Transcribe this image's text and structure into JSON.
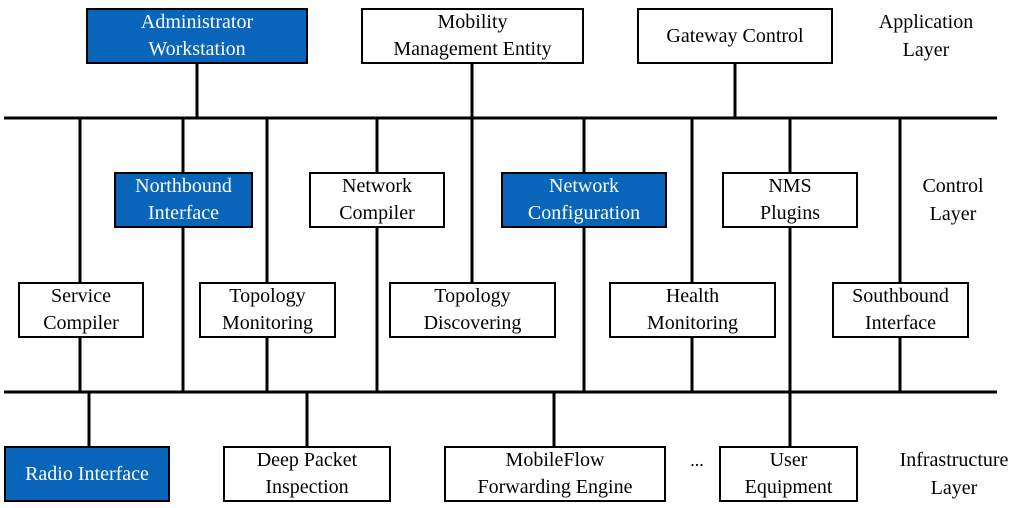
{
  "colors": {
    "highlight": "#0865b9",
    "line": "#000000"
  },
  "layers": {
    "application": [
      "Application",
      "Layer"
    ],
    "control": [
      "Control",
      "Layer"
    ],
    "infrastructure": [
      "Infrastructure",
      "Layer"
    ]
  },
  "boxes": {
    "admin_ws": [
      "Administrator",
      "Workstation"
    ],
    "mme": [
      "Mobility",
      "Management Entity"
    ],
    "gateway": [
      "Gateway Control"
    ],
    "northbound": [
      "Northbound",
      "Interface"
    ],
    "net_compiler": [
      "Network",
      "Compiler"
    ],
    "net_config": [
      "Network",
      "Configuration"
    ],
    "nms": [
      "NMS",
      "Plugins"
    ],
    "svc_compiler": [
      "Service",
      "Compiler"
    ],
    "topo_mon": [
      "Topology",
      "Monitoring"
    ],
    "topo_disc": [
      "Topology",
      "Discovering"
    ],
    "health": [
      "Health",
      "Monitoring"
    ],
    "southbound": [
      "Southbound",
      "Interface"
    ],
    "radio": [
      "Radio Interface"
    ],
    "dpi": [
      "Deep Packet",
      "Inspection"
    ],
    "mobileflow": [
      "MobileFlow",
      "Forwarding Engine"
    ],
    "ellipsis": "...",
    "ue": [
      "User",
      "Equipment"
    ]
  }
}
